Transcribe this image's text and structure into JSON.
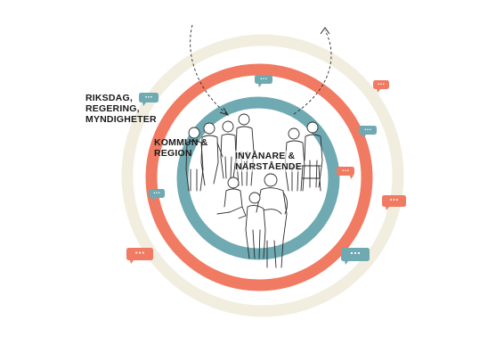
{
  "labels": {
    "outer": [
      "RIKSDAG,",
      "REGERING,",
      "MYNDIGHETER"
    ],
    "middle": [
      "KOMMUN &",
      "REGION"
    ],
    "inner": [
      "INVÅNARE &",
      "NÄRSTÅENDE"
    ]
  },
  "colors": {
    "outer_ring": "#f2eedf",
    "middle_ring": "#f07b62",
    "inner_ring": "#6fa9b2",
    "bubble_salmon": "#f07b62",
    "bubble_teal": "#6fa9b2",
    "line": "#2b2b2b"
  },
  "icons": [
    "speech-bubble-icon",
    "curved-arrow-icon",
    "people-illustration"
  ],
  "bubble_glyph": "···"
}
